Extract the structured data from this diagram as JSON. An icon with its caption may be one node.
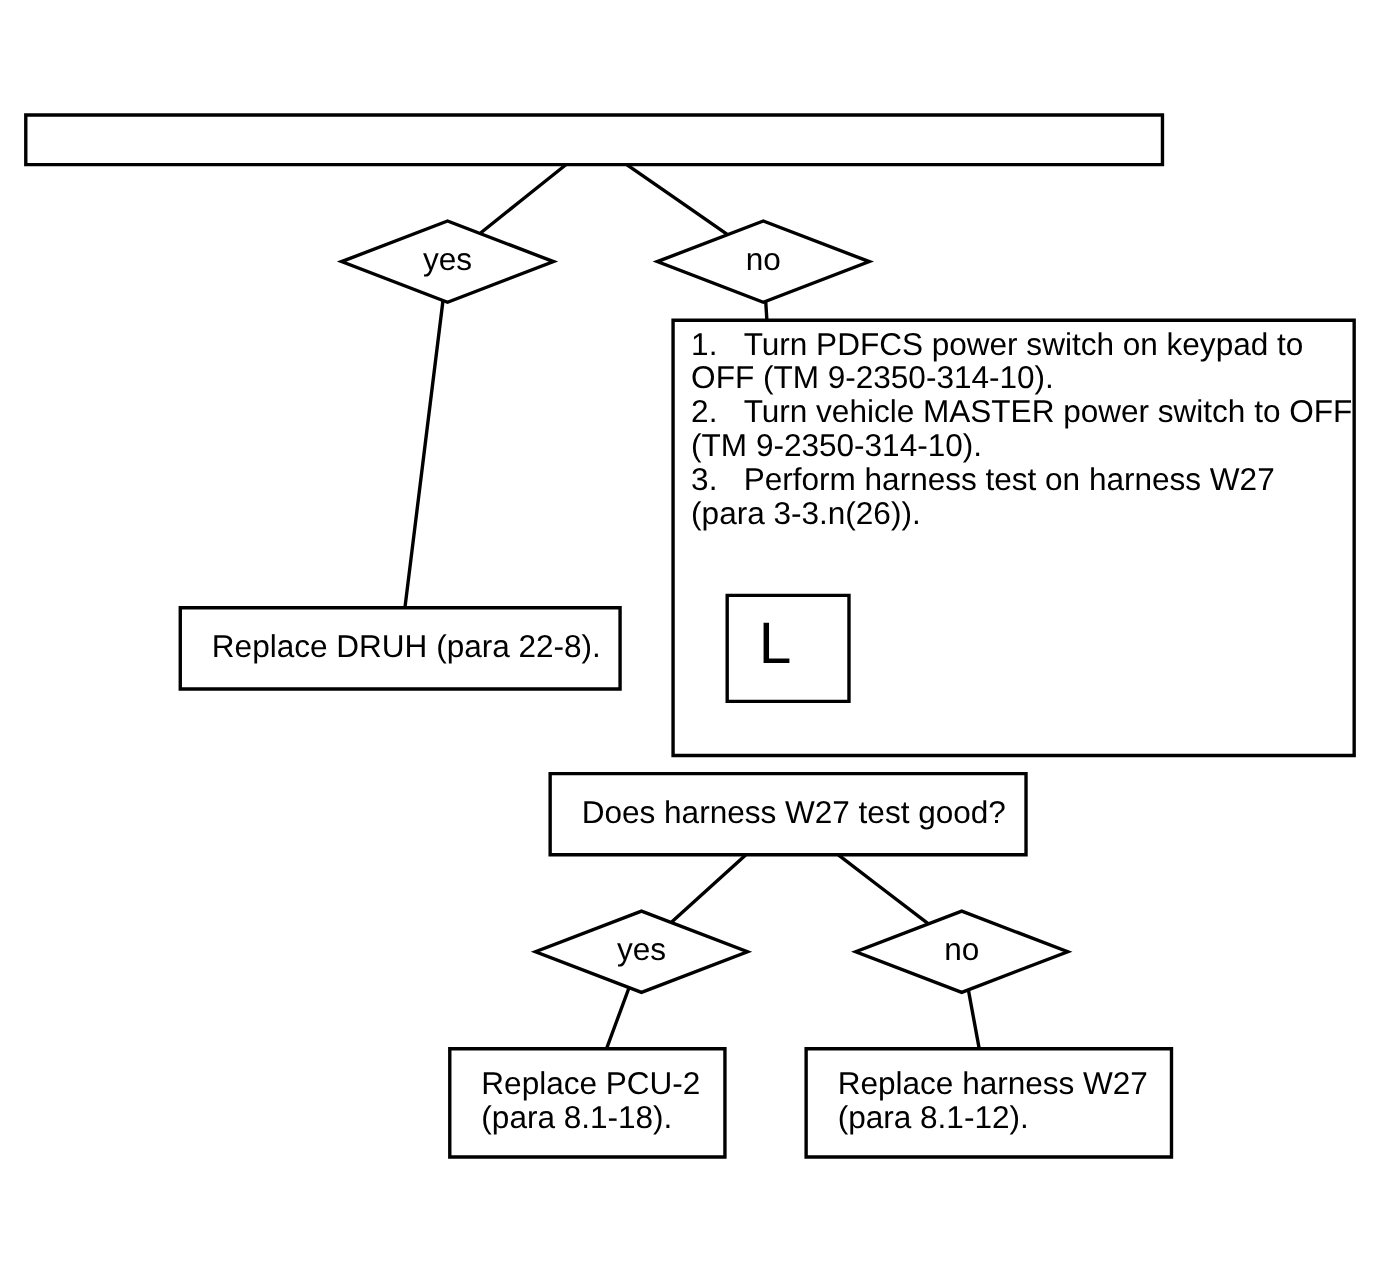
{
  "diagram": {
    "nodes": [
      {
        "text": [],
        "shape": "box"
      },
      {
        "text": [
          "yes"
        ]
      },
      {
        "text": [
          "no"
        ]
      },
      {
        "text": [
          "Replace DRUH (para 22-8)."
        ]
      },
      {
        "text": [
          "1.   Turn PDFCS power switch on keypad to OFF (TM 9-2350-314-10).",
          "2.   Turn vehicle MASTER power switch to OFF (TM 9-2350-314-10).",
          "3.   Perform harness test on harness W27 (para 3-3.n(26))."
        ]
      },
      {
        "text": [
          "L"
        ],
        "in": 4
      },
      {
        "text": [
          "Does harness W27 test good?"
        ]
      },
      {
        "text": [
          "yes"
        ]
      },
      {
        "text": [
          "no"
        ]
      },
      {
        "text": [
          "Replace PCU-2 (para 8.1-18)."
        ]
      },
      {
        "text": [
          "Replace harness W27 (para 8.1-12)."
        ]
      }
    ],
    "edges": [
      {
        "from": 0,
        "to": 1,
        "arrow": "none"
      },
      {
        "from": 0,
        "to": 2,
        "arrow": "none"
      },
      {
        "from": 1,
        "to": 3,
        "arrow": "none"
      },
      {
        "from": 2,
        "to": 4,
        "arrow": "none"
      },
      {
        "from": 6,
        "to": 7,
        "arrow": "none"
      },
      {
        "from": 6,
        "to": 8,
        "arrow": "none"
      },
      {
        "from": 7,
        "to": 9,
        "arrow": "none"
      },
      {
        "from": 8,
        "to": 10,
        "arrow": "none"
      }
    ]
  }
}
